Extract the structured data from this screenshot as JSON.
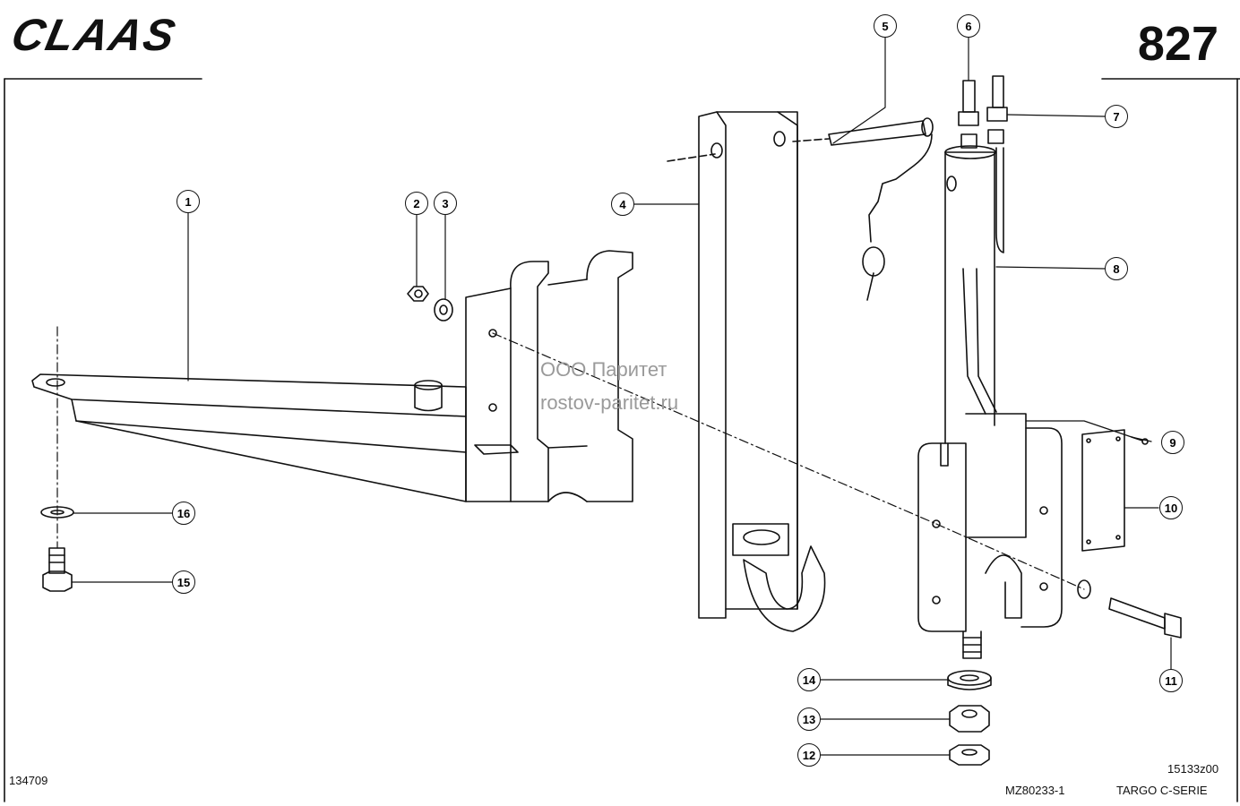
{
  "header": {
    "brand": "CLAAS",
    "page_number": "827"
  },
  "watermark": {
    "line1": "ООО Паритет",
    "line2": "rostov-paritet.ru"
  },
  "footer": {
    "left_code": "134709",
    "mid_code": "MZ80233-1",
    "right_code_top": "15133z00",
    "series": "TARGO C-SERIE"
  },
  "callouts": [
    {
      "id": "c1",
      "label": "1"
    },
    {
      "id": "c2",
      "label": "2"
    },
    {
      "id": "c3",
      "label": "3"
    },
    {
      "id": "c4",
      "label": "4"
    },
    {
      "id": "c5",
      "label": "5"
    },
    {
      "id": "c6",
      "label": "6"
    },
    {
      "id": "c7",
      "label": "7"
    },
    {
      "id": "c8",
      "label": "8"
    },
    {
      "id": "c9",
      "label": "9"
    },
    {
      "id": "c10",
      "label": "10"
    },
    {
      "id": "c11",
      "label": "11"
    },
    {
      "id": "c12",
      "label": "12"
    },
    {
      "id": "c13",
      "label": "13"
    },
    {
      "id": "c14",
      "label": "14"
    },
    {
      "id": "c15",
      "label": "15"
    },
    {
      "id": "c16",
      "label": "16"
    }
  ]
}
